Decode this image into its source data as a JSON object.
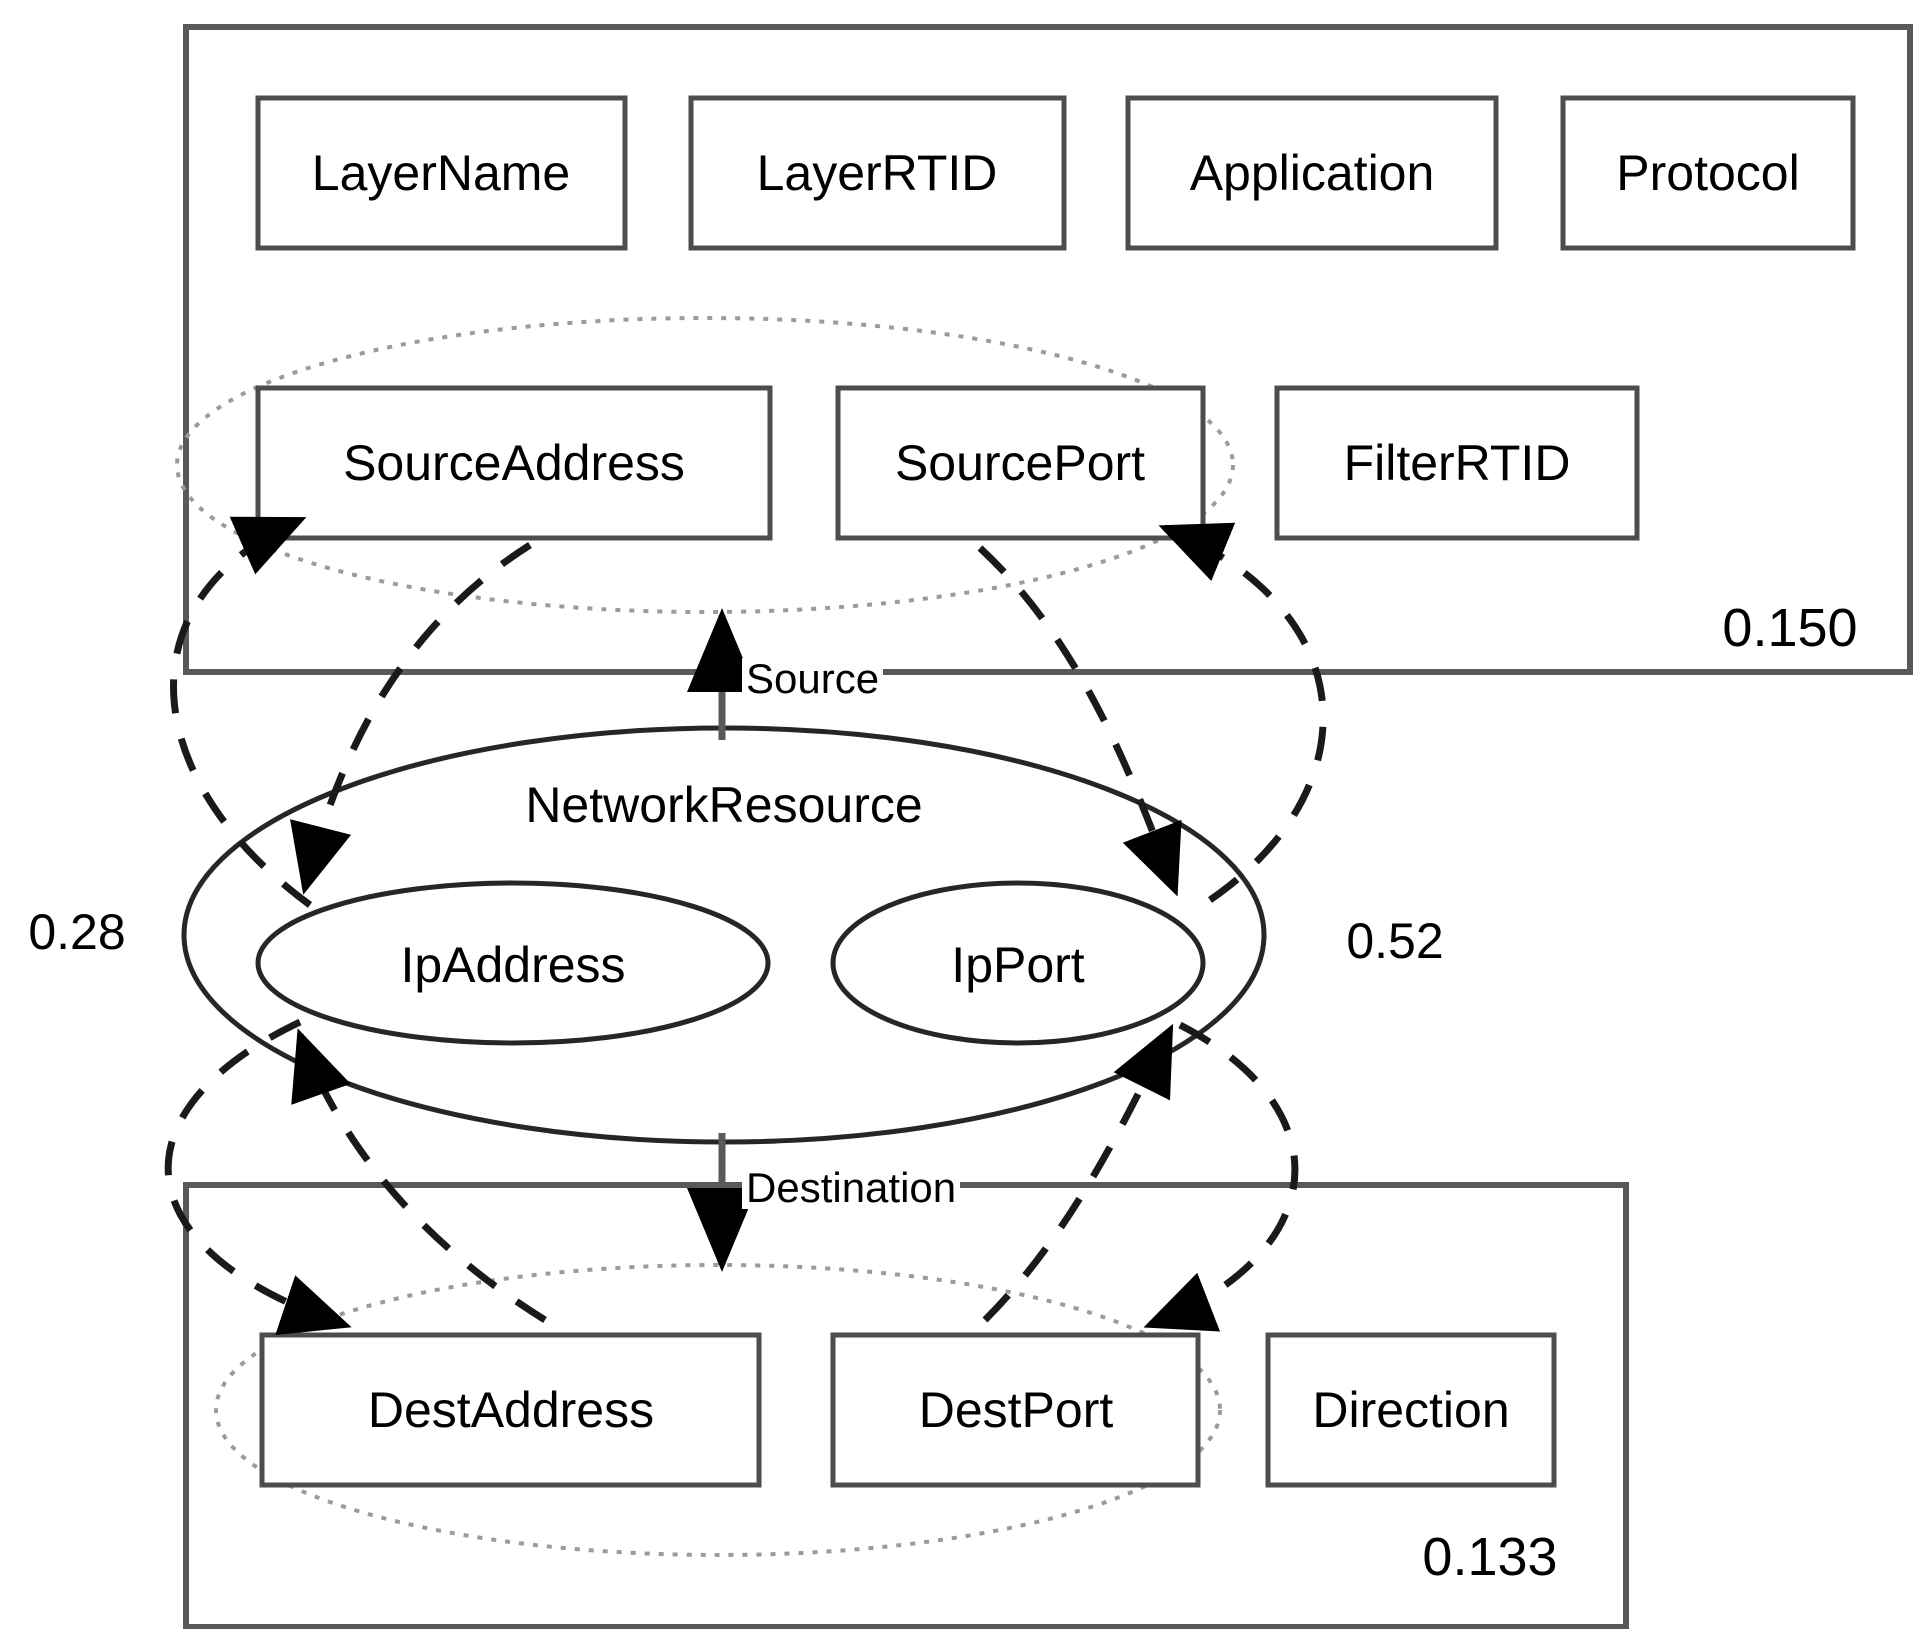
{
  "diagram": {
    "title_present": false,
    "containers": [
      {
        "id": "source-container",
        "score": "0.150",
        "attributes_row1": [
          "LayerName",
          "LayerRTID",
          "Application",
          "Protocol"
        ],
        "attributes_row2": [
          "SourceAddress",
          "SourcePort",
          "FilterRTID"
        ],
        "cluster_members": [
          "SourceAddress",
          "SourcePort"
        ]
      },
      {
        "id": "destination-container",
        "score": "0.133",
        "attributes_row1": [
          "DestAddress",
          "DestPort",
          "Direction"
        ],
        "cluster_members": [
          "DestAddress",
          "DestPort"
        ]
      }
    ],
    "concept": {
      "name": "NetworkResource",
      "children": [
        "IpAddress",
        "IpPort"
      ]
    },
    "relations": [
      {
        "label": "Source",
        "from": "NetworkResource",
        "to": "source-container",
        "style": "solid-arrow-up"
      },
      {
        "label": "Destination",
        "from": "NetworkResource",
        "to": "destination-container",
        "style": "solid-arrow-down"
      }
    ],
    "weights": [
      {
        "label": "0.28",
        "side": "left",
        "maps": [
          "IpAddress<->SourceAddress",
          "IpAddress<->DestAddress"
        ]
      },
      {
        "label": "0.52",
        "side": "right",
        "maps": [
          "IpPort<->SourcePort",
          "IpPort<->DestPort"
        ]
      }
    ],
    "boxes": {
      "LayerName": "LayerName",
      "LayerRTID": "LayerRTID",
      "Application": "Application",
      "Protocol": "Protocol",
      "SourceAddress": "SourceAddress",
      "SourcePort": "SourcePort",
      "FilterRTID": "FilterRTID",
      "DestAddress": "DestAddress",
      "DestPort": "DestPort",
      "Direction": "Direction"
    },
    "ellipses": {
      "NetworkResource": "NetworkResource",
      "IpAddress": "IpAddress",
      "IpPort": "IpPort"
    },
    "edge_labels": {
      "source": "Source",
      "destination": "Destination"
    },
    "scores": {
      "source_container": "0.150",
      "destination_container": "0.133",
      "left_weight": "0.28",
      "right_weight": "0.52"
    },
    "colors": {
      "stroke": "#000000",
      "container_stroke": "#595959",
      "dashed_stroke": "#1a1a1a",
      "dotted_cluster": "#9b9b9b",
      "background": "#ffffff",
      "text": "#000000"
    }
  }
}
